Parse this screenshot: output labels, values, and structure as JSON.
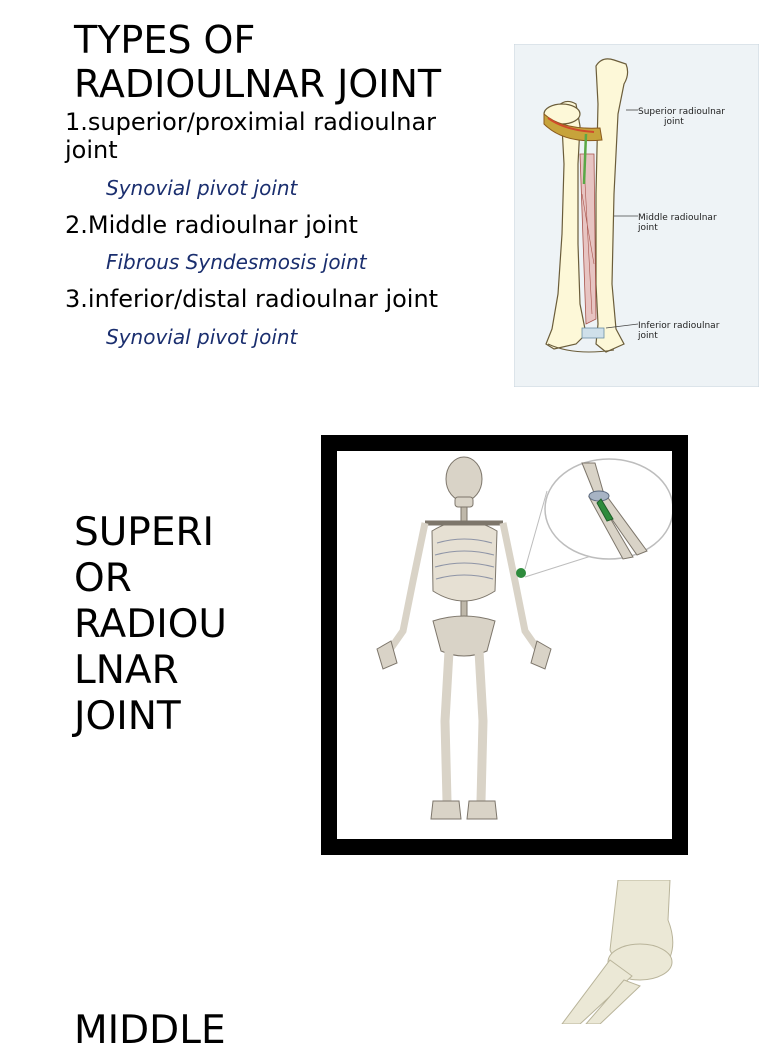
{
  "slide1": {
    "title": "TYPES OF RADIOULNAR JOINT",
    "items": [
      {
        "label": "1.superior/proximial radioulnar joint",
        "type": "Synovial pivot joint"
      },
      {
        "label": "2.Middle radioulnar joint",
        "type": "Fibrous Syndesmosis joint"
      },
      {
        "label": "3.inferior/distal radioulnar joint",
        "type": "Synovial pivot joint"
      }
    ],
    "figure_labels": {
      "superior": [
        "Superior radioulnar",
        "joint"
      ],
      "middle": [
        "Middle radioulnar",
        "joint"
      ],
      "inferior": [
        "Inferior radioulnar",
        "joint"
      ]
    }
  },
  "slide2": {
    "heading_lines": [
      "SUPERI",
      "OR",
      "RADIOU",
      "LNAR",
      "JOINT"
    ]
  },
  "slide3": {
    "heading": "MIDDLE"
  },
  "colors": {
    "subtype_text": "#1a2e6e",
    "bone": "#fdf8d8",
    "joint_highlight": "#2e8b3c"
  }
}
